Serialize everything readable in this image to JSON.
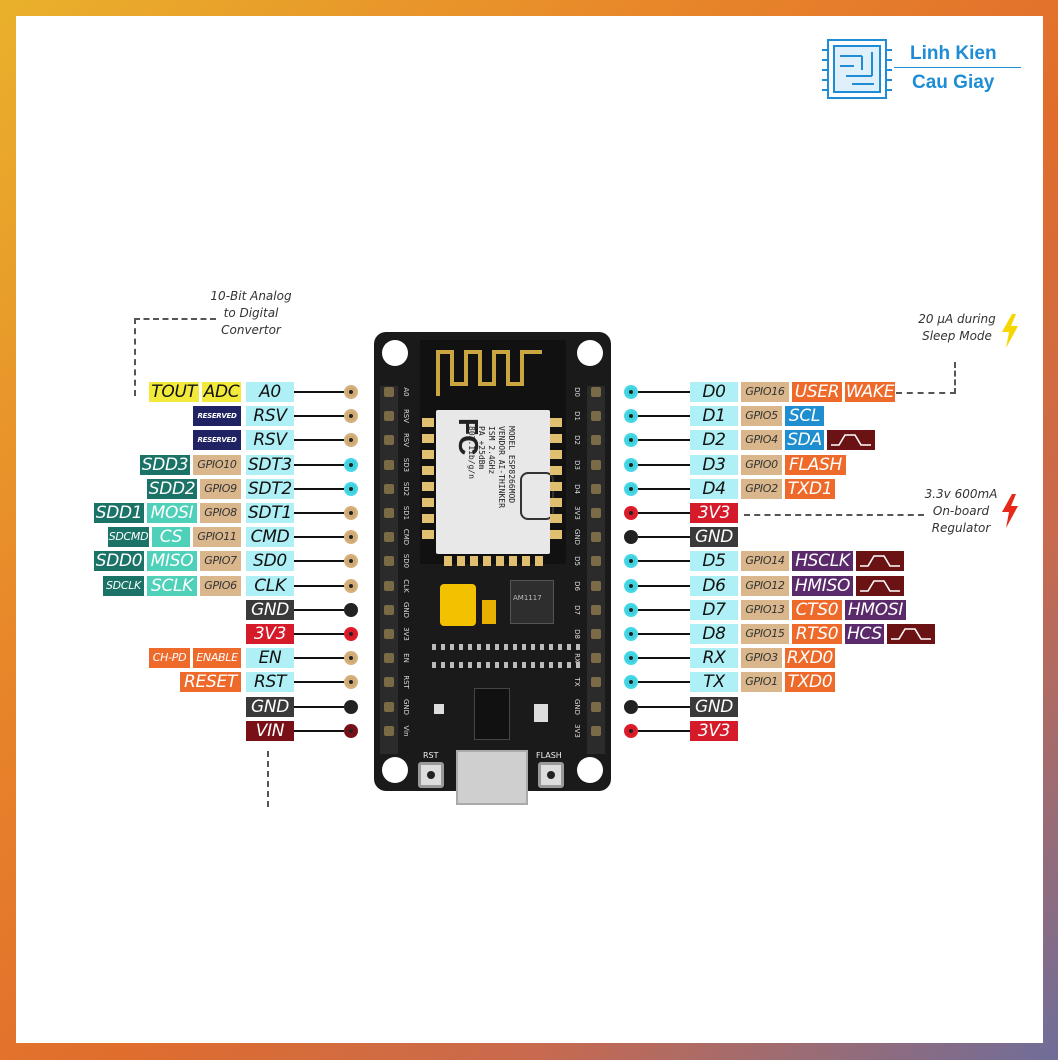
{
  "logo": {
    "line1": "Linh Kien",
    "line2": "Cau Giay"
  },
  "notes": {
    "adc": [
      "10-Bit Analog",
      "to Digital",
      "Convertor"
    ],
    "sleep": [
      "20 µA during",
      "Sleep Mode"
    ],
    "regulator": [
      "3.3v 600mA",
      "On-board",
      "Regulator"
    ]
  },
  "board": {
    "buttons": {
      "rst": "RST",
      "flash": "FLASH"
    },
    "module_text": [
      "MODEL",
      "VENDOR",
      "ISM 2.4GHz",
      "PA +25dBm",
      "802.11b/g/n"
    ],
    "module_values": [
      "ESP8266MOD",
      "AI-THINKER"
    ],
    "left_silk": [
      "A0",
      "RSV",
      "RSV",
      "SD3",
      "SD2",
      "SD1",
      "CMD",
      "SD0",
      "CLK",
      "GND",
      "3V3",
      "EN",
      "RST",
      "GND",
      "Vin"
    ],
    "right_silk": [
      "D0",
      "D1",
      "D2",
      "D3",
      "D4",
      "3V3",
      "GND",
      "D5",
      "D6",
      "D7",
      "D8",
      "RX",
      "TX",
      "GND",
      "3V3"
    ],
    "chip": "AM1117"
  },
  "left_pins": [
    {
      "name": "A0",
      "labels": [
        {
          "t": "TOUT",
          "c": "#f2ea3a",
          "f": "#111"
        },
        {
          "t": "ADC",
          "c": "#f2ea3a",
          "f": "#111"
        }
      ],
      "pin": "tan"
    },
    {
      "name": "RSV",
      "labels": [
        {
          "t": "RESERVED",
          "c": "#1f2263",
          "f": "#fff",
          "s": "xs"
        }
      ],
      "pin": "tan"
    },
    {
      "name": "RSV",
      "labels": [
        {
          "t": "RESERVED",
          "c": "#1f2263",
          "f": "#fff",
          "s": "xs"
        }
      ],
      "pin": "tan"
    },
    {
      "name": "SDT3",
      "labels": [
        {
          "t": "SDD3",
          "c": "#1a7366",
          "f": "#fff"
        },
        {
          "t": "GPIO10",
          "c": "#d9b68c",
          "f": "#333",
          "s": "sm"
        }
      ],
      "pin": "cyan"
    },
    {
      "name": "SDT2",
      "labels": [
        {
          "t": "SDD2",
          "c": "#1a7366",
          "f": "#fff"
        },
        {
          "t": "GPIO9",
          "c": "#d9b68c",
          "f": "#333",
          "s": "sm"
        }
      ],
      "pin": "cyan"
    },
    {
      "name": "SDT1",
      "labels": [
        {
          "t": "SDD1",
          "c": "#1a7366",
          "f": "#fff"
        },
        {
          "t": "MOSI",
          "c": "#4fd1b9",
          "f": "#fff"
        },
        {
          "t": "GPIO8",
          "c": "#d9b68c",
          "f": "#333",
          "s": "sm"
        }
      ],
      "pin": "tan"
    },
    {
      "name": "CMD",
      "labels": [
        {
          "t": "SDCMD",
          "c": "#1a7366",
          "f": "#fff",
          "s": "sm"
        },
        {
          "t": "CS",
          "c": "#4fd1b9",
          "f": "#fff"
        },
        {
          "t": "GPIO11",
          "c": "#d9b68c",
          "f": "#333",
          "s": "sm"
        }
      ],
      "pin": "tan"
    },
    {
      "name": "SD0",
      "labels": [
        {
          "t": "SDD0",
          "c": "#1a7366",
          "f": "#fff"
        },
        {
          "t": "MISO",
          "c": "#4fd1b9",
          "f": "#fff"
        },
        {
          "t": "GPIO7",
          "c": "#d9b68c",
          "f": "#333",
          "s": "sm"
        }
      ],
      "pin": "tan"
    },
    {
      "name": "CLK",
      "labels": [
        {
          "t": "SDCLK",
          "c": "#1a7366",
          "f": "#fff",
          "s": "sm"
        },
        {
          "t": "SCLK",
          "c": "#4fd1b9",
          "f": "#fff"
        },
        {
          "t": "GPIO6",
          "c": "#d9b68c",
          "f": "#333",
          "s": "sm"
        }
      ],
      "pin": "tan"
    },
    {
      "name": "GND",
      "labels": [],
      "pin": "black"
    },
    {
      "name": "3V3",
      "labels": [],
      "pin": "red"
    },
    {
      "name": "EN",
      "labels": [
        {
          "t": "CH-PD",
          "c": "#ee6a2a",
          "f": "#fff",
          "s": "sm"
        },
        {
          "t": "ENABLE",
          "c": "#ee6a2a",
          "f": "#fff",
          "s": "sm"
        }
      ],
      "pin": "tan"
    },
    {
      "name": "RST",
      "labels": [
        {
          "t": "RESET",
          "c": "#ee6a2a",
          "f": "#fff"
        }
      ],
      "pin": "tan"
    },
    {
      "name": "GND",
      "labels": [],
      "pin": "black"
    },
    {
      "name": "VIN",
      "labels": [],
      "pin": "darkred"
    }
  ],
  "right_pins": [
    {
      "name": "D0",
      "labels": [
        {
          "t": "GPIO16",
          "c": "#d9b68c",
          "f": "#333",
          "s": "sm"
        },
        {
          "t": "USER",
          "c": "#ee6a2a",
          "f": "#fff"
        },
        {
          "t": "WAKE",
          "c": "#ee6a2a",
          "f": "#fff"
        }
      ],
      "pin": "cyan"
    },
    {
      "name": "D1",
      "labels": [
        {
          "t": "GPIO5",
          "c": "#d9b68c",
          "f": "#333",
          "s": "sm"
        },
        {
          "t": "SCL",
          "c": "#1f8ed0",
          "f": "#fff"
        }
      ],
      "pin": "cyan"
    },
    {
      "name": "D2",
      "labels": [
        {
          "t": "GPIO4",
          "c": "#d9b68c",
          "f": "#333",
          "s": "sm"
        },
        {
          "t": "SDA",
          "c": "#1f8ed0",
          "f": "#fff"
        }
      ],
      "pin": "cyan",
      "wave": true
    },
    {
      "name": "D3",
      "labels": [
        {
          "t": "GPIO0",
          "c": "#d9b68c",
          "f": "#333",
          "s": "sm"
        },
        {
          "t": "FLASH",
          "c": "#ee6a2a",
          "f": "#fff"
        }
      ],
      "pin": "cyan"
    },
    {
      "name": "D4",
      "labels": [
        {
          "t": "GPIO2",
          "c": "#d9b68c",
          "f": "#333",
          "s": "sm"
        },
        {
          "t": "TXD1",
          "c": "#ee6a2a",
          "f": "#fff"
        }
      ],
      "pin": "cyan"
    },
    {
      "name": "3V3",
      "labels": [],
      "pin": "red"
    },
    {
      "name": "GND",
      "labels": [],
      "pin": "black"
    },
    {
      "name": "D5",
      "labels": [
        {
          "t": "GPIO14",
          "c": "#d9b68c",
          "f": "#333",
          "s": "sm"
        },
        {
          "t": "HSCLK",
          "c": "#5a2a6b",
          "f": "#fff"
        }
      ],
      "pin": "cyan",
      "wave": true
    },
    {
      "name": "D6",
      "labels": [
        {
          "t": "GPIO12",
          "c": "#d9b68c",
          "f": "#333",
          "s": "sm"
        },
        {
          "t": "HMISO",
          "c": "#5a2a6b",
          "f": "#fff"
        }
      ],
      "pin": "cyan",
      "wave": true
    },
    {
      "name": "D7",
      "labels": [
        {
          "t": "GPIO13",
          "c": "#d9b68c",
          "f": "#333",
          "s": "sm"
        },
        {
          "t": "CTS0",
          "c": "#ee6a2a",
          "f": "#fff"
        },
        {
          "t": "HMOSI",
          "c": "#5a2a6b",
          "f": "#fff"
        }
      ],
      "pin": "cyan"
    },
    {
      "name": "D8",
      "labels": [
        {
          "t": "GPIO15",
          "c": "#d9b68c",
          "f": "#333",
          "s": "sm"
        },
        {
          "t": "RTS0",
          "c": "#ee6a2a",
          "f": "#fff"
        },
        {
          "t": "HCS",
          "c": "#5a2a6b",
          "f": "#fff"
        }
      ],
      "pin": "cyan",
      "wave": true
    },
    {
      "name": "RX",
      "labels": [
        {
          "t": "GPIO3",
          "c": "#d9b68c",
          "f": "#333",
          "s": "sm"
        },
        {
          "t": "RXD0",
          "c": "#ee6a2a",
          "f": "#fff"
        }
      ],
      "pin": "cyan"
    },
    {
      "name": "TX",
      "labels": [
        {
          "t": "GPIO1",
          "c": "#d9b68c",
          "f": "#333",
          "s": "sm"
        },
        {
          "t": "TXD0",
          "c": "#ee6a2a",
          "f": "#fff"
        }
      ],
      "pin": "cyan"
    },
    {
      "name": "GND",
      "labels": [],
      "pin": "black"
    },
    {
      "name": "3V3",
      "labels": [],
      "pin": "red"
    }
  ],
  "colors": {
    "name_bg": "#aef0f5",
    "gnd_bg": "#3a3a3a",
    "v33_bg": "#d51a2a",
    "vin_bg": "#7a1017",
    "pin_tan": "#d6b07a",
    "pin_cyan": "#44d8e6",
    "pin_black": "#222222",
    "pin_red": "#e01b2a",
    "pin_darkred": "#7a1017"
  }
}
